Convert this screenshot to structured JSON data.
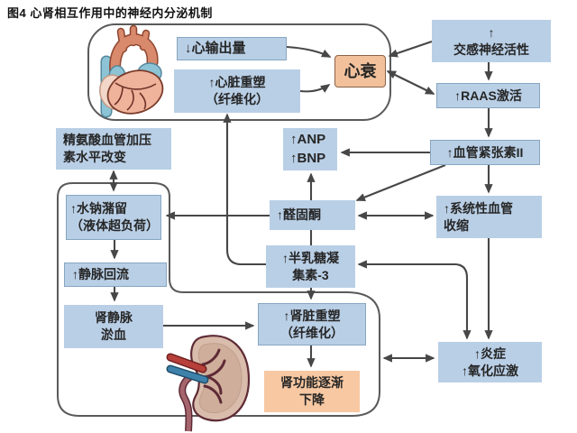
{
  "title": "图4 心肾相互作用中的神经内分泌机制",
  "colors": {
    "box_blue": "#b9cfe6",
    "box_blue_border": "#87a6c2",
    "box_orange": "#f2c19c",
    "box_orange_border": "#8a6248",
    "box_orange_light": "#f7c8a2",
    "arrow": "#474747",
    "frame": "#5a5a5a",
    "text": "#262626",
    "background": "#ffffff"
  },
  "nodes": {
    "heart_output": {
      "line1": "↓心输出量"
    },
    "cardiac_remodeling": {
      "line1": "↑心脏重塑",
      "line2": "（纤维化）"
    },
    "heart_failure": {
      "line1": "心衰"
    },
    "sympathetic": {
      "line1": "↑",
      "line2": "交感神经活性"
    },
    "raas": {
      "line1": "↑RAAS激活"
    },
    "angiotensin": {
      "line1": "↑血管紧张素II"
    },
    "systemic_vasoconstriction": {
      "line1": "↑系统性血管",
      "line2": "收缩"
    },
    "inflammation": {
      "line1": "↑炎症",
      "line2": "↑氧化应激"
    },
    "anp_bnp": {
      "line1": "↑ANP",
      "line2": "↑BNP"
    },
    "avp_change": {
      "line1": "精氨酸血管加压",
      "line2": "素水平改变"
    },
    "sodium_retention": {
      "line1": "↑水钠潴留",
      "line2": "（液体超负荷）"
    },
    "venous_return": {
      "line1": "↑静脉回流"
    },
    "renal_congestion": {
      "line1": "肾静脉",
      "line2": "淤血"
    },
    "aldosterone": {
      "line1": "↑醛固酮"
    },
    "galectin3": {
      "line1": "↑半乳糖凝",
      "line2": "集素-3"
    },
    "renal_remodeling": {
      "line1": "↑肾脏重塑",
      "line2": "（纤维化）"
    },
    "renal_function_decline": {
      "line1": "肾功能逐渐",
      "line2": "下降"
    }
  },
  "illustrations": {
    "heart": "心脏插图",
    "kidney": "肾脏插图"
  },
  "edges": [
    {
      "from": "↓心输出量",
      "to": "心衰",
      "style": "arrow"
    },
    {
      "from": "↑心脏重塑（纤维化）",
      "to": "心衰",
      "style": "arrow"
    },
    {
      "from": "↑交感神经活性",
      "to": "心衰",
      "style": "arrow"
    },
    {
      "from": "心衰",
      "to": "↑RAAS激活",
      "style": "double-arrow"
    },
    {
      "from": "↑交感神经活性",
      "to": "↑RAAS激活",
      "style": "arrow"
    },
    {
      "from": "↑RAAS激活",
      "to": "↑血管紧张素II",
      "style": "arrow"
    },
    {
      "from": "↑血管紧张素II",
      "to": "↑ANP ↑BNP",
      "style": "arrow"
    },
    {
      "from": "↑血管紧张素II",
      "to": "↑醛固酮",
      "style": "arrow"
    },
    {
      "from": "↑血管紧张素II",
      "to": "↑系统性血管收缩",
      "style": "arrow"
    },
    {
      "from": "↑醛固酮",
      "to": "↑系统性血管收缩",
      "style": "double-arrow"
    },
    {
      "from": "↑醛固酮",
      "to": "↑水钠潴留（液体超负荷）",
      "style": "arrow"
    },
    {
      "from": "↑醛固酮",
      "to": "↑ANP ↑BNP",
      "style": "arrow"
    },
    {
      "from": "↑醛固酮",
      "to": "↑半乳糖凝集素-3",
      "style": "line"
    },
    {
      "from": "↑半乳糖凝集素-3",
      "to": "↑心脏重塑（纤维化）",
      "style": "arrow"
    },
    {
      "from": "↑半乳糖凝集素-3",
      "to": "↑炎症 ↑氧化应激",
      "style": "double-arrow"
    },
    {
      "from": "↑系统性血管收缩",
      "to": "↑炎症 ↑氧化应激",
      "style": "arrow"
    },
    {
      "from": "↑半乳糖凝集素-3",
      "to": "↑肾脏重塑（纤维化）",
      "style": "arrow"
    },
    {
      "from": "↑肾脏重塑（纤维化）",
      "to": "肾功能逐渐下降",
      "style": "arrow"
    },
    {
      "from": "肾静脉淤血",
      "to": "↑肾脏重塑（纤维化）",
      "style": "arrow"
    },
    {
      "from": "↑静脉回流",
      "to": "肾静脉淤血",
      "style": "arrow"
    },
    {
      "from": "↑水钠潴留（液体超负荷）",
      "to": "↑静脉回流",
      "style": "arrow"
    },
    {
      "from": "精氨酸血管加压素水平改变",
      "to": "↑水钠潴留（液体超负荷）",
      "style": "double-arrow"
    },
    {
      "from": "肾脏区域",
      "to": "↑炎症 ↑氧化应激",
      "style": "double-arrow"
    }
  ]
}
